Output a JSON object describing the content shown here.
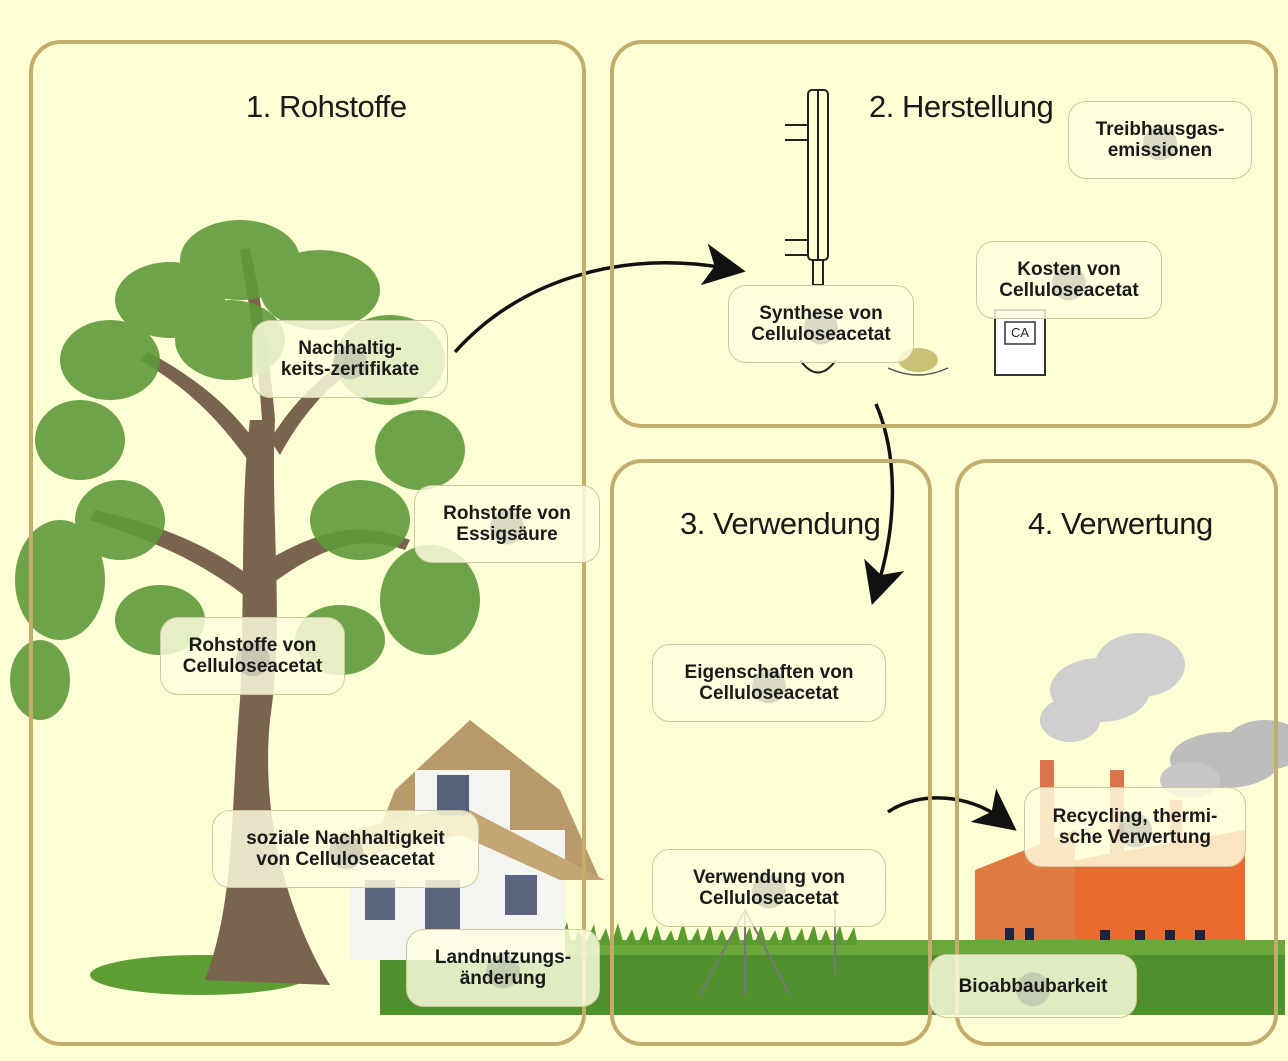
{
  "panels": {
    "rohstoffe": "1. Rohstoffe",
    "herstellung": "2. Herstellung",
    "verwendung": "3. Verwendung",
    "verwertung": "4. Verwertung"
  },
  "bubbles": {
    "nachhaltigkeits_zertifikate": "Nachhaltig-\nkeits-zertifikate",
    "rohstoffe_essigsaeure": "Rohstoffe von\nEssigsäure",
    "rohstoffe_celluloseacetat": "Rohstoffe von\nCelluloseacetat",
    "soziale_nachhaltigkeit": "soziale Nachhaltigkeit\nvon Celluloseacetat",
    "landnutzungsaenderung": "Landnutzungs-\nänderung",
    "synthese": "Synthese von\nCelluloseacetat",
    "treibhausgasemissionen": "Treibhausgas-\nemissionen",
    "kosten": "Kosten von\nCelluloseacetat",
    "eigenschaften": "Eigenschaften von\nCelluloseacetat",
    "verwendung": "Verwendung von\nCelluloseacetat",
    "recycling": "Recycling, thermi-\nsche Verwertung",
    "bioabbaubarkeit": "Bioabbaubarkeit"
  },
  "labels": {
    "ca_box": "CA"
  },
  "colors": {
    "background": "#fefed4",
    "panel_border": "#c2ad6c",
    "foliage": "#5f9a3c",
    "trunk": "#7a6450",
    "factory": "#e4733b",
    "smoke": "#c9c9c9",
    "grass": "#4f9a2c"
  }
}
